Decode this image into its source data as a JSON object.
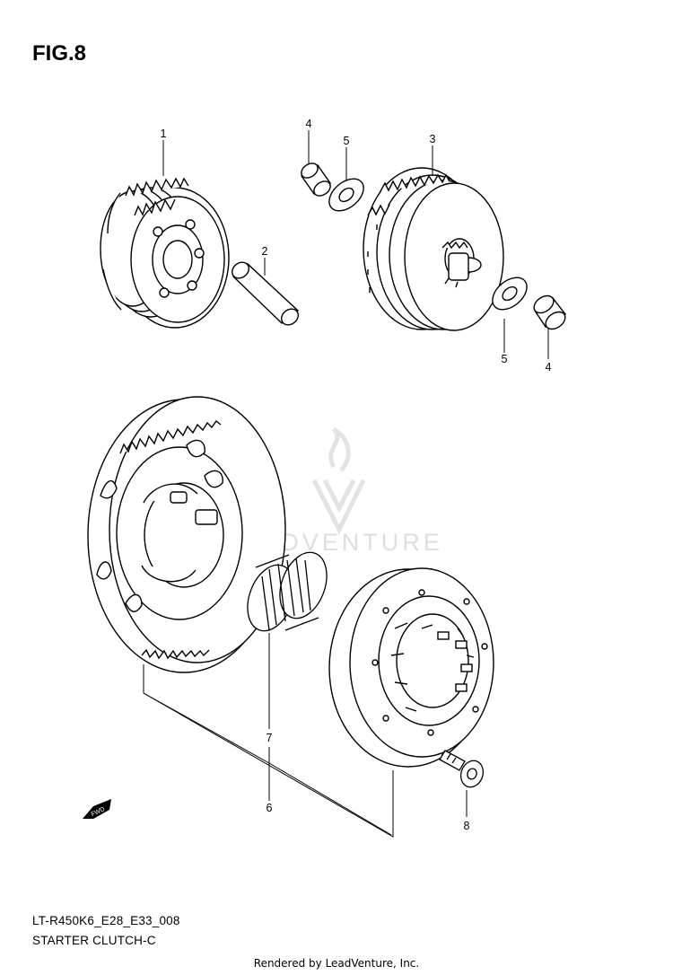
{
  "figure": {
    "title": "FIG.8",
    "code": "LT-R450K6_E28_E33_008",
    "name": "STARTER CLUTCH-C"
  },
  "callouts": [
    {
      "id": "1"
    },
    {
      "id": "2"
    },
    {
      "id": "3"
    },
    {
      "id": "4"
    },
    {
      "id": "5"
    },
    {
      "id": "5"
    },
    {
      "id": "4"
    },
    {
      "id": "7"
    },
    {
      "id": "6"
    },
    {
      "id": "8"
    }
  ],
  "fwd_arrow": {
    "label": "FWD"
  },
  "watermark": {
    "brand": "LEADVENTURE",
    "icon": "flame-v-logo-icon"
  },
  "footer": {
    "rendered_by": "Rendered by LeadVenture, Inc."
  },
  "colors": {
    "line": "#000000",
    "watermark": "#dedede",
    "background": "#ffffff"
  }
}
